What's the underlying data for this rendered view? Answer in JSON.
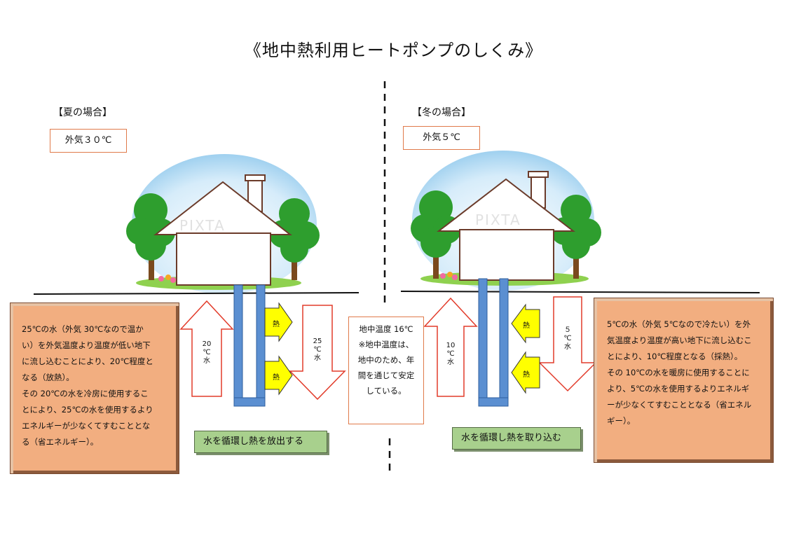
{
  "title": "《地中熱利用ヒートポンプのしくみ》",
  "summer": {
    "label": "【夏の場合】",
    "outside_air": "外気３０℃",
    "arrow_up_label": [
      "20",
      "℃",
      "水"
    ],
    "arrow_down_label": [
      "25",
      "℃",
      "水"
    ],
    "heat_label": "熱",
    "action": "水を循環し熱を放出する",
    "description": [
      "25℃の水（外気 30℃なので温かい）を外気温度より温度が低い地下に流し込むことにより、20℃程度となる（放熱）。",
      "その 20℃の水を冷房に使用することにより、25℃の水を使用するよりエネルギーが少なくてすむこととなる（省エネルギー）。"
    ],
    "description_lines": [
      "25℃の水（外気 30℃なので温か",
      "い）を外気温度より温度が低い地下",
      "に流し込むことにより、20℃程度と",
      "なる（放熱）。",
      "その 20℃の水を冷房に使用するこ",
      "とにより、25℃の水を使用するより",
      "エネルギーが少なくてすむこととな",
      "る（省エネルギー）。"
    ]
  },
  "winter": {
    "label": "【冬の場合】",
    "outside_air": "外気５℃",
    "arrow_up_label": [
      "10",
      "℃",
      "水"
    ],
    "arrow_down_label": [
      "５",
      "℃",
      "水"
    ],
    "heat_label": "熱",
    "action": "水を循環し熱を取り込む",
    "description_lines": [
      "5℃の水（外気 5℃なので冷たい）を外",
      "気温度より温度が高い地下に流し込むこ",
      "とにより、10℃程度となる（採熱）。",
      "その 10℃の水を暖房に使用することに",
      "より、5℃の水を使用するよりエネルギ",
      "ーが少なくてすむこととなる（省エネル",
      "ギー）。"
    ]
  },
  "center": {
    "lines": [
      "地中温度 16℃",
      "※地中温度は、",
      "地中のため、年",
      "間を通じて安定",
      "している。"
    ]
  },
  "watermark": "PIXTA",
  "colors": {
    "pipe": "#5b8fd1",
    "arrow_outline": "#e23b2a",
    "heat_arrow": "#ffff00",
    "box_fill": "#f2ae80",
    "action_fill": "#a8d08d",
    "sky": "#bfe1f5",
    "tree": "#2e9e2e"
  }
}
